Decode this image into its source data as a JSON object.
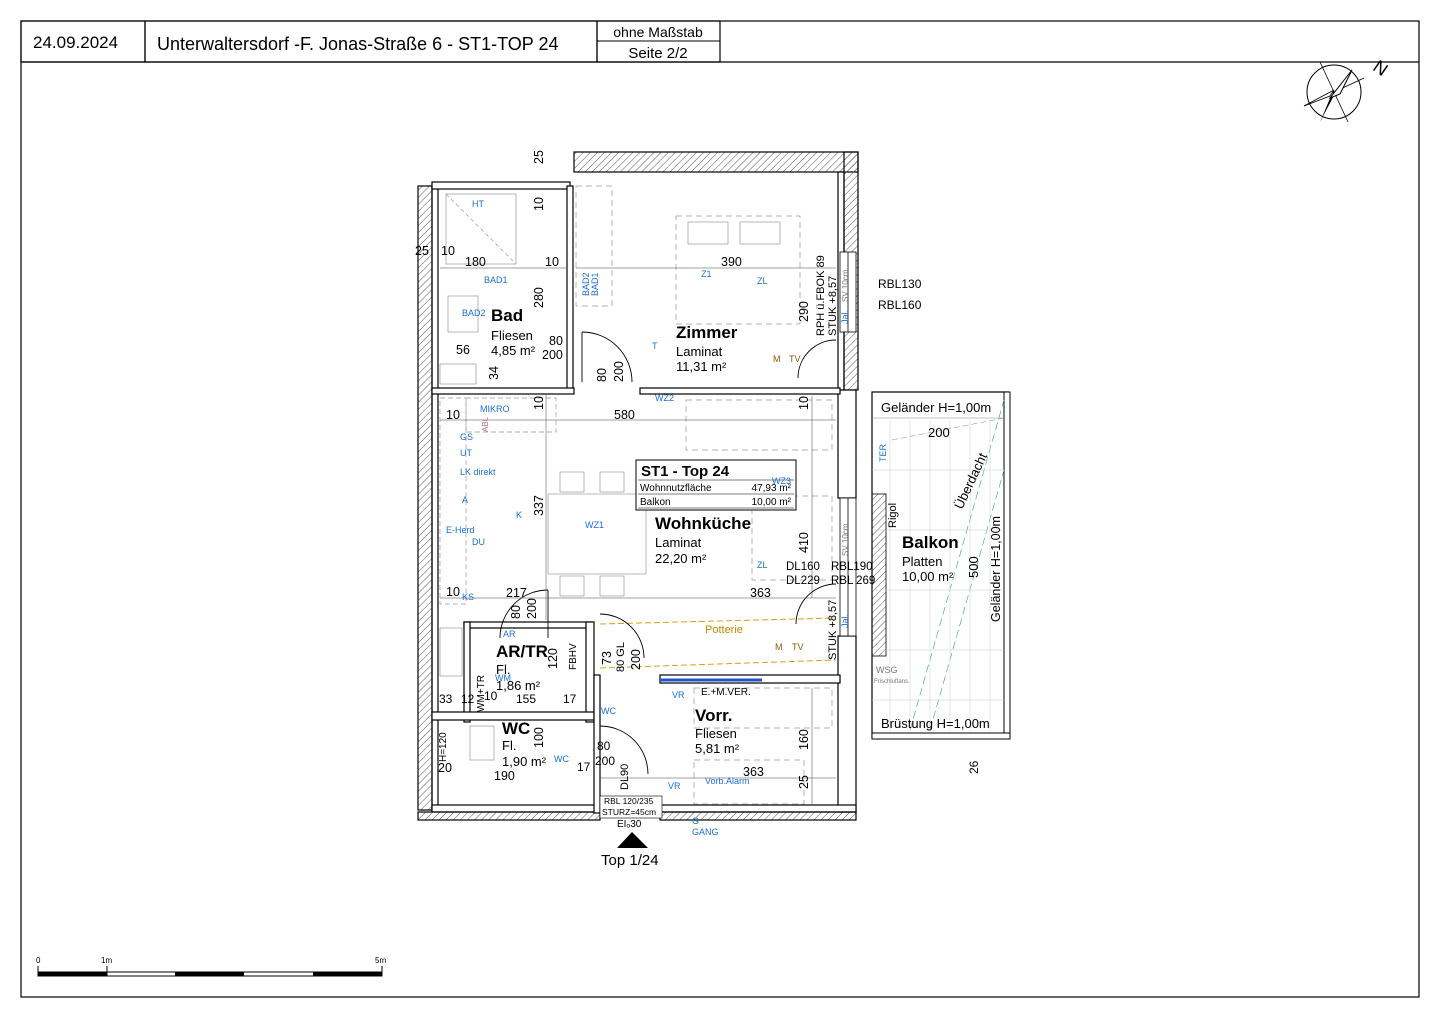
{
  "header": {
    "date": "24.09.2024",
    "title": "Unterwaltersdorf -F. Jonas-Straße 6 - ST1-TOP 24",
    "scale_note": "ohne Maßstab",
    "page": "Seite 2/2"
  },
  "compass": {
    "north_label": "N"
  },
  "rooms": {
    "bad": {
      "name": "Bad",
      "floor": "Fliesen",
      "area": "4,85 m²"
    },
    "zimmer": {
      "name": "Zimmer",
      "floor": "Laminat",
      "area": "11,31 m²"
    },
    "wohnkueche": {
      "name": "Wohnküche",
      "floor": "Laminat",
      "area": "22,20 m²"
    },
    "artr": {
      "name": "AR/TR",
      "floor": "Fl.",
      "area": "1,86 m²"
    },
    "wc": {
      "name": "WC",
      "floor": "Fl.",
      "area": "1,90 m²"
    },
    "vorr": {
      "name": "Vorr.",
      "floor": "Fliesen",
      "area": "5,81 m²"
    },
    "balkon": {
      "name": "Balkon",
      "floor": "Platten",
      "area": "10,00 m²"
    }
  },
  "summary": {
    "title": "ST1 - Top 24",
    "row1_label": "Wohnnutzfläche",
    "row1_value": "47,93 m²",
    "row2_label": "Balkon",
    "row2_value": "10,00 m²"
  },
  "balcony": {
    "railing_top": "Geländer H=1,00m",
    "railing_side": "Geländer H=1,00m",
    "parapet": "Brüstung H=1,00m",
    "roof": "Überdacht",
    "gutter": "Rigol",
    "width": "200",
    "depth": "500",
    "bottom": "26"
  },
  "windows": {
    "zimmer_1": "RBL130",
    "zimmer_2": "RBL160",
    "zimmer_rph": "RPH ü.FBOK 89",
    "zimmer_stuk": "STUK +8,57",
    "wk_1": "DL160",
    "wk_2": "RBL190",
    "wk_3": "DL229",
    "wk_4": "RBL 269",
    "wk_stuk": "STUK +8,57",
    "door_rbl": "RBL 120/235",
    "door_sturz": "STURZ=45cm",
    "door_ei": "EIₒ30"
  },
  "entrance": {
    "label": "Top 1/24"
  },
  "labels": {
    "potterie": "Potterie",
    "emver": "E.+M.VER.",
    "mikro": "MIKRO",
    "abl": "ABL",
    "gs": "GS",
    "ut": "UT",
    "lk": "LK direkt",
    "a": "A",
    "eherd": "E-Herd",
    "du": "DU",
    "ks": "KS",
    "k": "K",
    "wz1": "WZ1",
    "wz2": "WZ2",
    "wz3": "WZ3",
    "z1": "Z1",
    "zl": "ZL",
    "t": "T",
    "m": "M",
    "tv": "TV",
    "bad1": "BAD1",
    "bad2": "BAD2",
    "ht": "HT",
    "ar": "AR",
    "wm": "WM",
    "wmtr": "WM+TR",
    "fbhv": "FBHV",
    "wc": "WC",
    "vr": "VR",
    "g": "G",
    "gang": "GANG",
    "ter": "TER",
    "jal": "Jal.",
    "sv": "SV 10cm",
    "wsg": "WSG",
    "frisch": "Frischluftans.",
    "vorr_alarm": "Vorb.Alarm",
    "gl": "80 GL",
    "dl": "DL90"
  },
  "dims": {
    "d25a": "25",
    "d10a": "10",
    "d180": "180",
    "d10b": "10",
    "d10c": "10",
    "d390": "390",
    "d280": "280",
    "d290": "290",
    "d56": "56",
    "d80a": "80",
    "d200a": "200",
    "d34": "34",
    "d80b": "80",
    "d200b": "200",
    "d10d": "10",
    "d10e": "10",
    "d580": "580",
    "d10f": "10",
    "d337": "337",
    "d410": "410",
    "d10g": "10",
    "d217": "217",
    "d80c": "80",
    "d200c": "200",
    "d363a": "363",
    "d120": "120",
    "d73": "73",
    "d33": "33",
    "d12": "12",
    "d10h": "10",
    "d155": "155",
    "d17a": "17",
    "d100": "100",
    "d17b": "17",
    "d80d": "80",
    "d200d": "200",
    "d190": "190",
    "d20": "20",
    "d160": "160",
    "d363b": "363",
    "d25b": "25",
    "d25c": "25",
    "h120": "H=120"
  },
  "scalebar": {
    "zero": "0",
    "one": "1m",
    "five": "5m"
  }
}
